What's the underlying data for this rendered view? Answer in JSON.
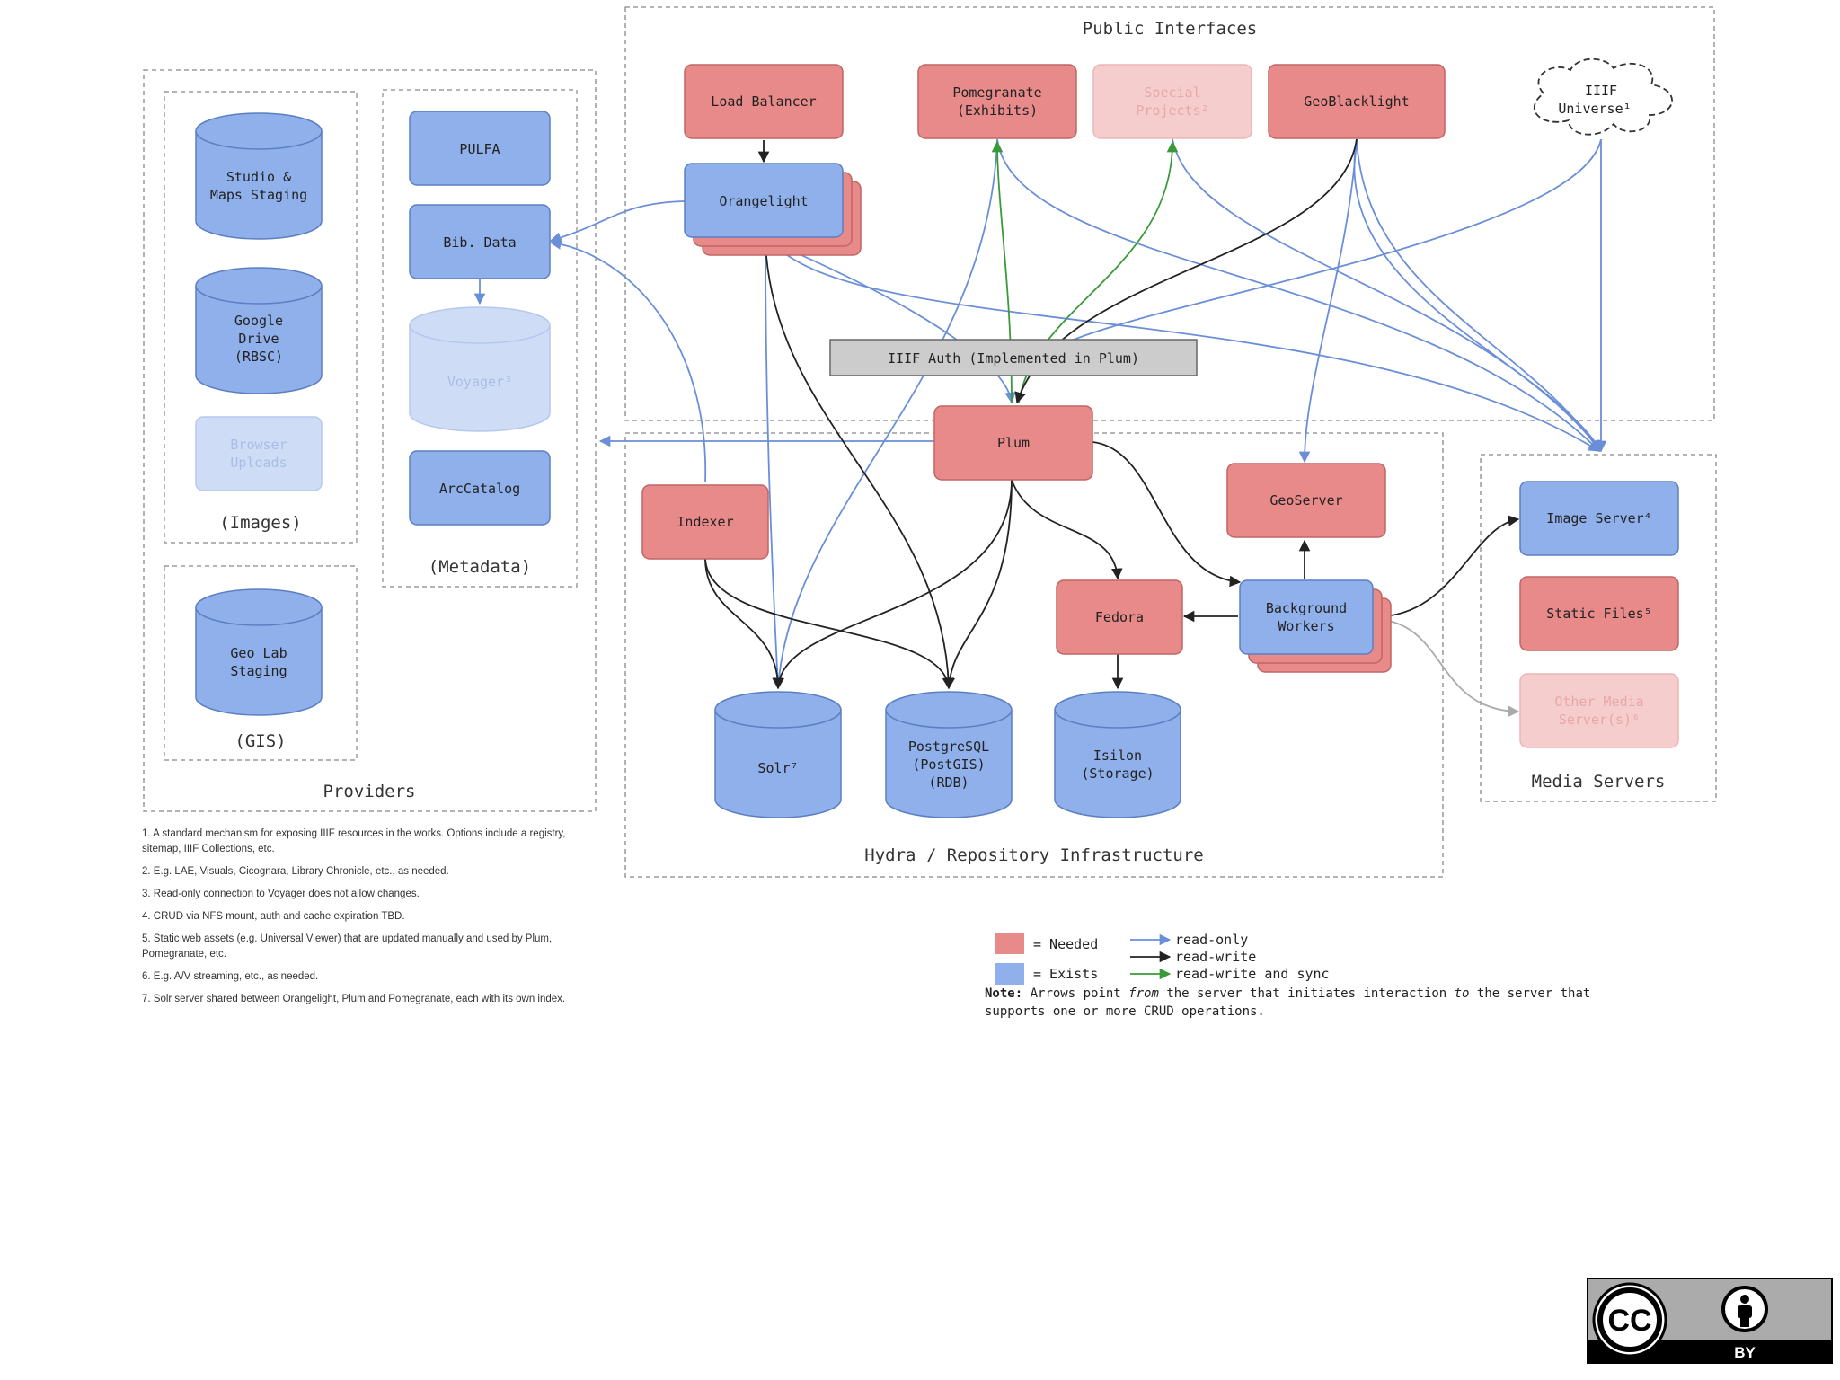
{
  "groups": {
    "public": "Public Interfaces",
    "providers": "Providers",
    "images": "(Images)",
    "metadata": "(Metadata)",
    "gis": "(GIS)",
    "hydra": "Hydra / Repository Infrastructure",
    "media": "Media Servers"
  },
  "nodes": {
    "load_balancer": "Load Balancer",
    "pomegranate": [
      "Pomegranate",
      "(Exhibits)"
    ],
    "special_projects": [
      "Special",
      "Projects²"
    ],
    "geoblacklight": "GeoBlacklight",
    "iiif_universe": [
      "IIIF",
      "Universe¹"
    ],
    "orangelight": "Orangelight",
    "iiif_auth": "IIIF Auth (Implemented in Plum)",
    "plum": "Plum",
    "indexer": "Indexer",
    "geoserver": "GeoServer",
    "fedora": "Fedora",
    "background_workers": [
      "Background",
      "Workers"
    ],
    "solr": "Solr⁷",
    "postgresql": [
      "PostgreSQL",
      "(PostGIS)",
      "(RDB)"
    ],
    "isilon": [
      "Isilon",
      "(Storage)"
    ],
    "studio_maps": [
      "Studio &",
      "Maps Staging"
    ],
    "google_drive": [
      "Google",
      "Drive",
      "(RBSC)"
    ],
    "browser_uploads": [
      "Browser",
      "Uploads"
    ],
    "geo_lab": [
      "Geo Lab",
      "Staging"
    ],
    "pulfa": "PULFA",
    "bib_data": "Bib. Data",
    "voyager": "Voyager³",
    "arccatalog": "ArcCatalog",
    "image_server": "Image Server⁴",
    "static_files": "Static Files⁵",
    "other_media": [
      "Other Media",
      "Server(s)⁶"
    ]
  },
  "legend": {
    "needed": "= Needed",
    "exists": "= Exists",
    "read_only": "read-only",
    "read_write": "read-write",
    "read_write_sync": "read-write and sync"
  },
  "note": {
    "label": "Note:",
    "part1": " Arrows point ",
    "from": "from",
    "part2": " the server that initiates interaction ",
    "to": "to",
    "part3": " the server that",
    "line2": "supports one or more CRUD operations."
  },
  "footnotes": [
    "1. A standard mechanism for exposing IIIF resources in the works. Options include a registry, sitemap, IIIF Collections, etc.",
    "2. E.g. LAE, Visuals, Cicognara, Library Chronicle, etc., as needed.",
    "3. Read-only connection to Voyager does not allow changes.",
    "4. CRUD via NFS mount, auth and cache expiration TBD.",
    "5. Static web assets (e.g. Universal Viewer) that are updated manually and used by Plum, Pomegranate, etc.",
    "6. E.g. A/V streaming, etc., as needed.",
    "7. Solr server shared between Orangelight, Plum and Pomegranate, each with its own index."
  ],
  "license": {
    "cc": "CC",
    "by": "BY"
  },
  "colors": {
    "needed_fill": "#e88a8a",
    "needed_stroke": "#c06464",
    "exists_fill": "#8fb0ea",
    "exists_stroke": "#5b7fc2",
    "read_only": "#6a8fd8",
    "read_write": "#222222",
    "read_write_sync": "#3a9a3a"
  }
}
